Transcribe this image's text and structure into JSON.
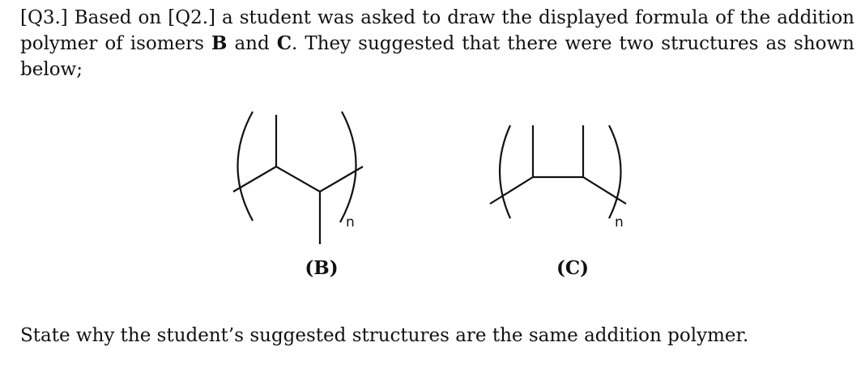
{
  "question": {
    "part1": "[Q3.] Based on [Q2.] a student was asked to draw the displayed formula of the addition polymer of isomers ",
    "b": "B",
    "part2": " and ",
    "c": "C",
    "part3": ". They suggested that there were two structures as shown below;"
  },
  "structures": {
    "b_label": "(B)",
    "c_label": "(C)",
    "repeat_symbol": "n"
  },
  "prompt": "State why the student’s suggested structures are the same addition polymer."
}
